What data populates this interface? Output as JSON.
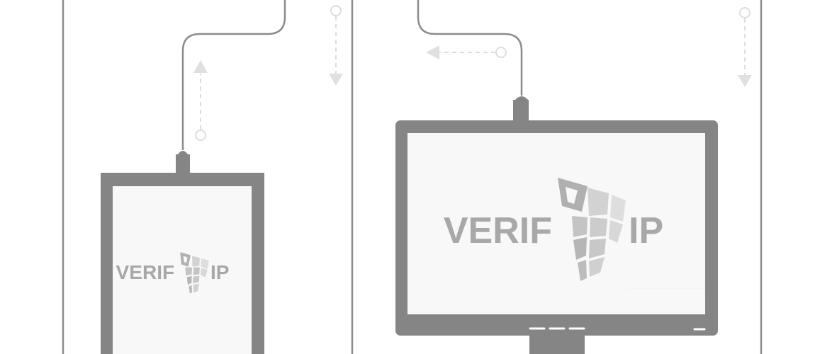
{
  "brand": {
    "name": "VERIFIP",
    "word_left": "VERIF",
    "word_right": "IP"
  },
  "devices": [
    {
      "kind": "tablet",
      "logo_left": "VERIF",
      "logo_right": "IP"
    },
    {
      "kind": "monitor",
      "logo_left": "VERIF",
      "logo_right": "IP"
    }
  ],
  "colors": {
    "frame": "#858585",
    "lines": "#8c8c8c",
    "dashed": "#dddddd",
    "screen": "#f8f8f8",
    "logo_text": "#a8a8a8",
    "logo_tiles": [
      "#b0b0b0",
      "#c4c4c4",
      "#d2d2d2",
      "#dedede"
    ]
  }
}
